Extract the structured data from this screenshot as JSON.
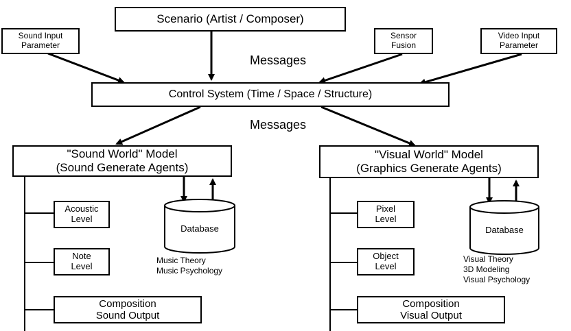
{
  "top": {
    "scenario": "Scenario (Artist / Composer)",
    "sound_input": [
      "Sound Input",
      "Parameter"
    ],
    "sensor_fusion": [
      "Sensor",
      "Fusion"
    ],
    "video_input": [
      "Video Input",
      "Parameter"
    ]
  },
  "messages_top": "Messages",
  "control_system": "Control System (Time / Space / Structure)",
  "messages_bottom": "Messages",
  "sound_world": {
    "title": [
      "\"Sound World\" Model",
      "(Sound Generate Agents)"
    ],
    "levels": [
      [
        "Acoustic",
        "Level"
      ],
      [
        "Note",
        "Level"
      ]
    ],
    "composition": [
      "Composition",
      "Sound Output"
    ],
    "database": "Database",
    "notes": [
      "Music Theory",
      "Music Psychology"
    ]
  },
  "visual_world": {
    "title": [
      "\"Visual World\" Model",
      "(Graphics Generate Agents)"
    ],
    "levels": [
      [
        "Pixel",
        "Level"
      ],
      [
        "Object",
        "Level"
      ]
    ],
    "composition": [
      "Composition",
      "Visual Output"
    ],
    "database": "Database",
    "notes": [
      "Visual Theory",
      "3D Modeling",
      "Visual Psychology"
    ]
  }
}
